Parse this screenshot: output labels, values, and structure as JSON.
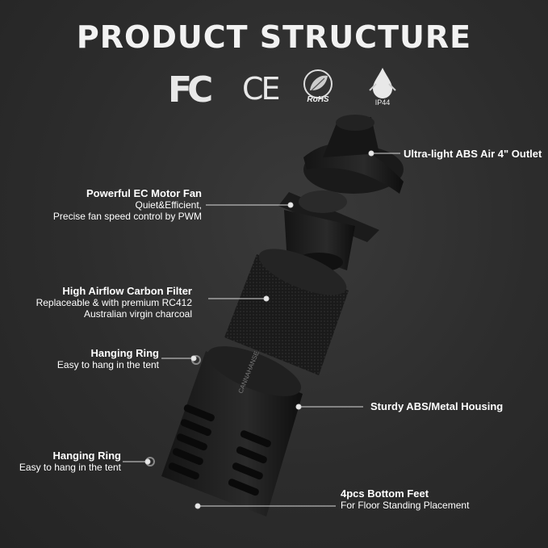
{
  "title": "PRODUCT STRUCTURE",
  "certs": {
    "fc": "FC",
    "ce": "CE",
    "rohs": "RoHS",
    "ip": "IP44"
  },
  "brand": "CANNAHANSE",
  "labels": {
    "outlet": {
      "heading": "Ultra-light ABS Air 4\" Outlet"
    },
    "motor": {
      "heading": "Powerful EC Motor Fan",
      "line1": "Quiet&Efficient,",
      "line2": "Precise fan speed control by PWM"
    },
    "filter": {
      "heading": "High Airflow Carbon Filter",
      "line1": "Replaceable & with premium RC412",
      "line2": "Australian virgin charcoal"
    },
    "ring1": {
      "heading": "Hanging Ring",
      "line1": "Easy to hang in the tent"
    },
    "housing": {
      "heading": "Sturdy ABS/Metal Housing"
    },
    "ring2": {
      "heading": "Hanging Ring",
      "line1": "Easy to hang in the tent"
    },
    "feet": {
      "heading": "4pcs Bottom Feet",
      "line1": "For Floor Standing Placement"
    }
  }
}
